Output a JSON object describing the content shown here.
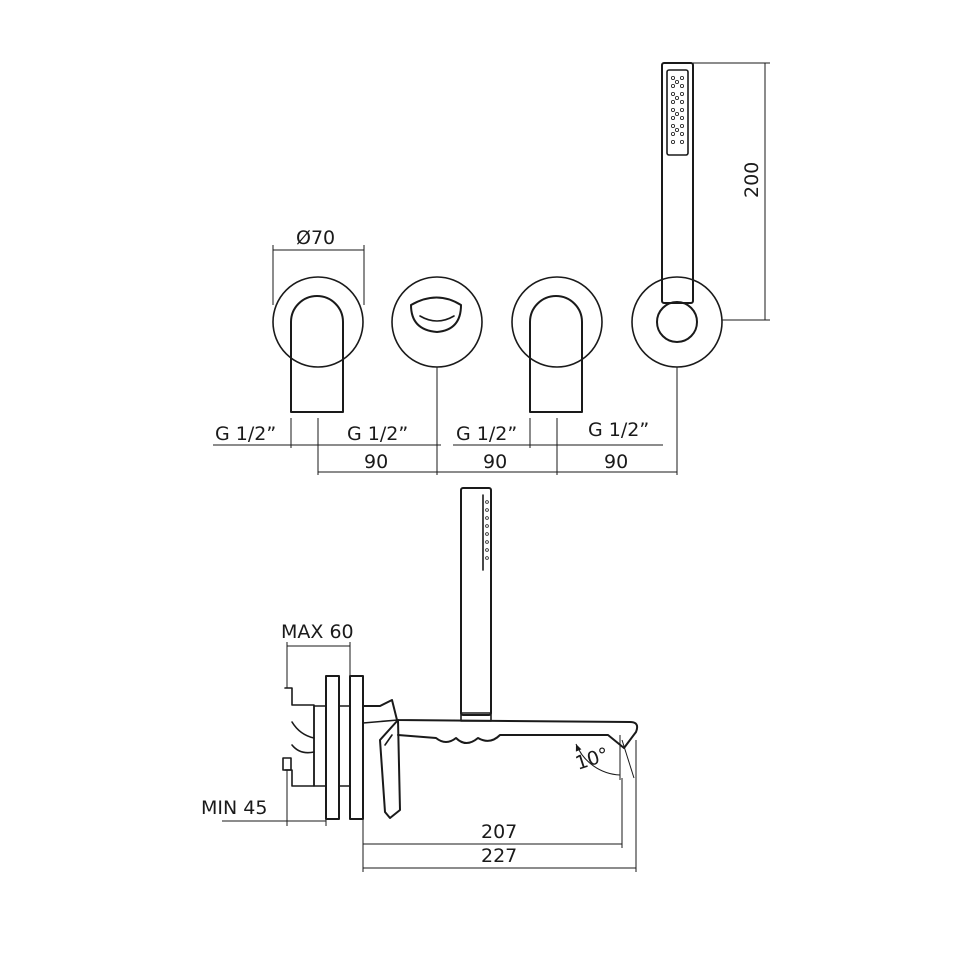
{
  "labels": {
    "diameter": "Ø70",
    "height": "200",
    "thread_1": "G 1/2”",
    "thread_2": "G 1/2”",
    "thread_3": "G 1/2”",
    "thread_4": "G 1/2”",
    "spacing_1": "90",
    "spacing_2": "90",
    "spacing_3": "90",
    "max_depth": "MAX 60",
    "min_depth": "MIN 45",
    "angle": "10°",
    "spout_length": "207",
    "total_length": "227"
  },
  "colors": {
    "line": "#1a1a1a",
    "background": "#ffffff"
  }
}
